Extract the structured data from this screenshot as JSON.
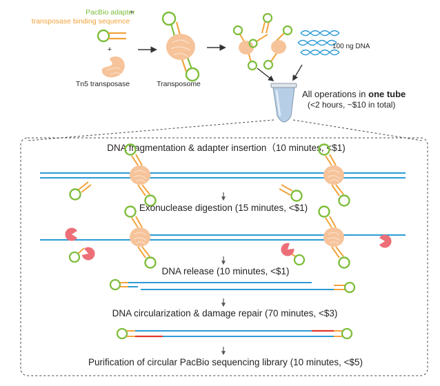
{
  "top": {
    "adapter_label_line1": "PacBio adapter",
    "adapter_plus": "+",
    "adapter_label_line2": "transposase binding sequence",
    "plus_sign": "+",
    "tn5_label": "Tn5 transposase",
    "transposome_label": "Transposome",
    "dna_amount_label": "100 ng DNA",
    "one_tube_prefix": "All operations in ",
    "one_tube_bold": "one tube",
    "one_tube_subtitle": "(<2 hours, ~$10 in total)"
  },
  "steps": [
    {
      "title": "DNA fragmentation & adapter insertion（10 minutes, <$1)"
    },
    {
      "title": "Exonuclease digestion (15 minutes, <$1)"
    },
    {
      "title": "DNA release (10 minutes, <$1)"
    },
    {
      "title": "DNA circularization & damage repair (70 minutes, <$3)"
    },
    {
      "title": "Purification of circular PacBio sequencing library (10 minutes, <$5)"
    }
  ],
  "colors": {
    "adapter_green": "#7dbd3a",
    "binding_orange": "#f2a23a",
    "transposase_peach": "#f6c39a",
    "dna_blue": "#2b9ad6",
    "exonuclease_pink": "#ec6f78",
    "damage_red": "#e0352b",
    "arrow_gray": "#555555"
  }
}
